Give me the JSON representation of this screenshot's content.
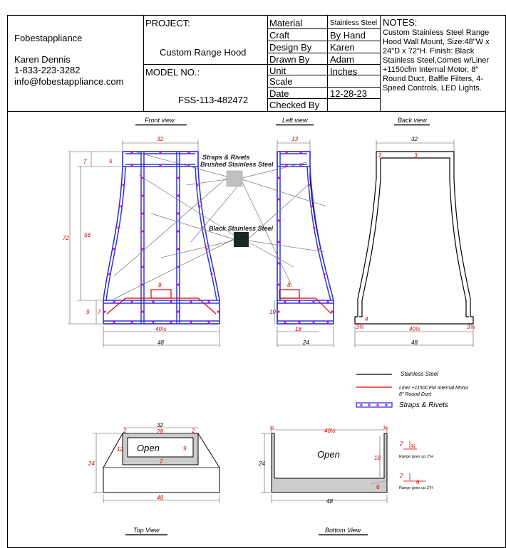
{
  "company": {
    "name": "Fobestappliance",
    "contact_name": "Karen Dennis",
    "phone": "1-833-223-3282",
    "email": "info@fobestappliance.com"
  },
  "project": {
    "label": "PROJECT:",
    "value": "Custom Range Hood",
    "model_label": "MODEL NO.:",
    "model_value": "FSS-113-482472"
  },
  "specs": [
    {
      "label": "Material",
      "value": "Stainless Steel"
    },
    {
      "label": "Craft",
      "value": "By Hand"
    },
    {
      "label": "Design By",
      "value": "Karen"
    },
    {
      "label": "Drawn By",
      "value": "Adam"
    },
    {
      "label": "Unit",
      "value": "Inches"
    },
    {
      "label": "Scale",
      "value": ""
    },
    {
      "label": "Date",
      "value": "12-28-23"
    },
    {
      "label": "Checked By",
      "value": ""
    }
  ],
  "notes": {
    "label": "NOTES:",
    "text": "Custom Stainless Steel Range Hood Wall Mount, Size:48\"W x 24\"D x 72\"H. Finish: Black Stainless Steel,Comes w/Liner +1150cfm Internal Motor, 8\" Round Duct, Baffle Filters, 4-Speed Controls, LED Lights."
  },
  "views": {
    "front": "Front view",
    "left": "Left view",
    "back": "Back view",
    "top": "Top View",
    "bottom": "Bottom View"
  },
  "callouts": {
    "straps_line1": "Straps & Rivets",
    "straps_line2": "Brushed Stainless Steel",
    "black": "Black Stainless Steel"
  },
  "legend": {
    "stainless": "Stainless Steel",
    "liner_line1": "Liner +1150CFM Internal Motor",
    "liner_line2": "8\" Round Duct",
    "straps": "Straps & Rivets"
  },
  "open_label": "Open",
  "range_note": "Range goes up 2\"H",
  "colors": {
    "outline": "#000000",
    "dimension": "#d40000",
    "strap": "#3333dd",
    "rivet": "#e010c0",
    "brushed_swatch": "#c0c0c0",
    "black_swatch": "#1d2624"
  },
  "dims": {
    "front": {
      "top_w": "32",
      "h_total": "72",
      "h_mid": "56",
      "h_top": "7",
      "top_inset": "5",
      "duct": "8",
      "h_bot": "9",
      "h_bot2": "7",
      "inner_w": "40½",
      "outer_w": "48"
    },
    "left": {
      "top_w": "13",
      "duct": "8",
      "h_bot": "10",
      "inner_w": "18",
      "outer_w": "24"
    },
    "back": {
      "top_w": "32",
      "side_top": "2",
      "center_top": "3",
      "side_bot": "4",
      "left_bot": "3¾",
      "inner_w": "40½",
      "right_bot": "3¾",
      "outer_w": "48"
    },
    "top": {
      "top_w": "32",
      "side": "2",
      "inner_w": "28",
      "h_inner": "12",
      "h_open": "9",
      "bottom": "2",
      "depth": "24",
      "outer_w": "48"
    },
    "bottom": {
      "left": "¾",
      "inner_w": "40½",
      "right": "¾",
      "depth": "24",
      "h": "18",
      "bot": "6",
      "outer_w": "48",
      "det1_a": "2",
      "det1_b": "¾",
      "det2_a": "2",
      "det2_b": "6"
    }
  }
}
